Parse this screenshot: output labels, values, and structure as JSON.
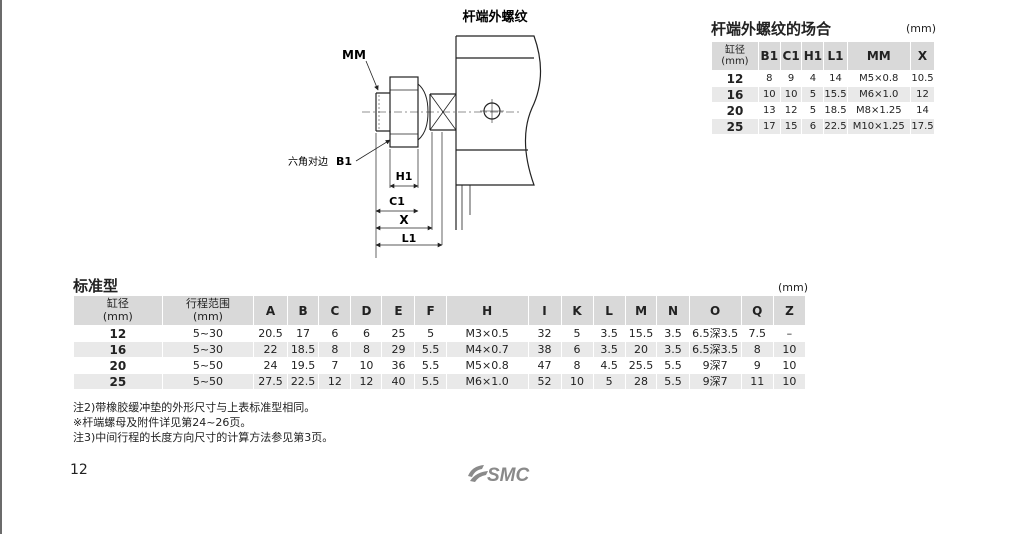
{
  "diagram": {
    "title": "杆端外螺纹",
    "mm_label": "MM",
    "hex_label_prefix": "六角对边",
    "hex_label": "B1",
    "h1": "H1",
    "c1": "C1",
    "x": "X",
    "l1": "L1"
  },
  "rod_table": {
    "title": "杆端外螺纹的场合",
    "unit": "(mm)",
    "header_bore_line1": "缸径",
    "header_bore_line2": "(mm)",
    "headers": [
      "B1",
      "C1",
      "H1",
      "L1",
      "MM",
      "X"
    ],
    "rows": [
      {
        "bore": "12",
        "vals": [
          "8",
          "9",
          "4",
          "14",
          "M5×0.8",
          "10.5"
        ]
      },
      {
        "bore": "16",
        "vals": [
          "10",
          "10",
          "5",
          "15.5",
          "M6×1.0",
          "12"
        ]
      },
      {
        "bore": "20",
        "vals": [
          "13",
          "12",
          "5",
          "18.5",
          "M8×1.25",
          "14"
        ]
      },
      {
        "bore": "25",
        "vals": [
          "17",
          "15",
          "6",
          "22.5",
          "M10×1.25",
          "17.5"
        ]
      }
    ]
  },
  "std_table": {
    "title": "标准型",
    "unit": "(mm)",
    "header_bore_line1": "缸径",
    "header_bore_line2": "(mm)",
    "header_stroke_line1": "行程范围",
    "header_stroke_line2": "(mm)",
    "headers": [
      "A",
      "B",
      "C",
      "D",
      "E",
      "F",
      "H",
      "I",
      "K",
      "L",
      "M",
      "N",
      "O",
      "Q",
      "Z"
    ],
    "rows": [
      {
        "bore": "12",
        "stroke": "5~30",
        "vals": [
          "20.5",
          "17",
          "6",
          "6",
          "25",
          "5",
          "M3×0.5",
          "32",
          "5",
          "3.5",
          "15.5",
          "3.5",
          "6.5深3.5",
          "7.5",
          "–"
        ]
      },
      {
        "bore": "16",
        "stroke": "5~30",
        "vals": [
          "22",
          "18.5",
          "8",
          "8",
          "29",
          "5.5",
          "M4×0.7",
          "38",
          "6",
          "3.5",
          "20",
          "3.5",
          "6.5深3.5",
          "8",
          "10"
        ]
      },
      {
        "bore": "20",
        "stroke": "5~50",
        "vals": [
          "24",
          "19.5",
          "7",
          "10",
          "36",
          "5.5",
          "M5×0.8",
          "47",
          "8",
          "4.5",
          "25.5",
          "5.5",
          "9深7",
          "9",
          "10"
        ]
      },
      {
        "bore": "25",
        "stroke": "5~50",
        "vals": [
          "27.5",
          "22.5",
          "12",
          "12",
          "40",
          "5.5",
          "M6×1.0",
          "52",
          "10",
          "5",
          "28",
          "5.5",
          "9深7",
          "11",
          "10"
        ]
      }
    ]
  },
  "notes": [
    "注2)带橡胶缓冲垫的外形尺寸与上表标准型相同。",
    "※杆端螺母及附件详见第24~26页。",
    "注3)中间行程的长度方向尺寸的计算方法参见第3页。"
  ],
  "page_number": "12",
  "logo_text": "SMC"
}
